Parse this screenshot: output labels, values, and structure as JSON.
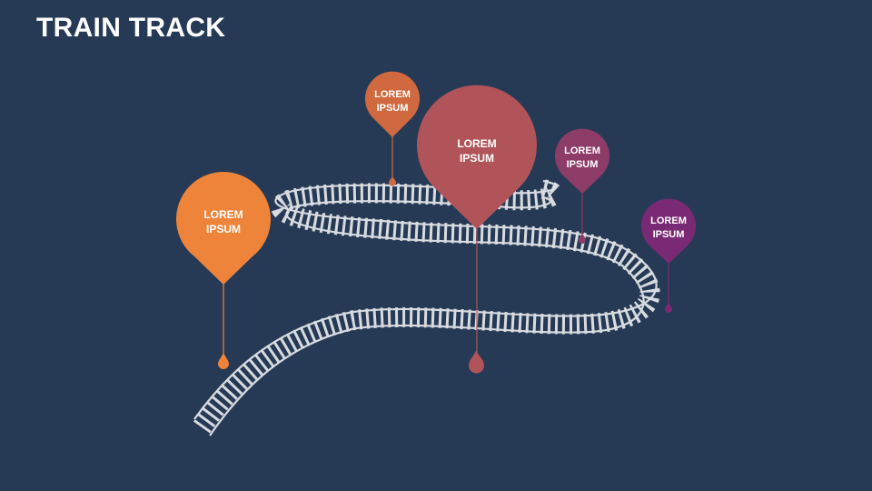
{
  "title": "TRAIN TRACK",
  "pins": [
    {
      "id": "pin-orange",
      "line1": "LOREM",
      "line2": "IPSUM",
      "color": "#ee843a"
    },
    {
      "id": "pin-burnt",
      "line1": "LOREM",
      "line2": "IPSUM",
      "color": "#d0693f"
    },
    {
      "id": "pin-rose",
      "line1": "LOREM",
      "line2": "IPSUM",
      "color": "#b0545a"
    },
    {
      "id": "pin-plum",
      "line1": "LOREM",
      "line2": "IPSUM",
      "color": "#8d3c68"
    },
    {
      "id": "pin-purple",
      "line1": "LOREM",
      "line2": "IPSUM",
      "color": "#7a2a74"
    }
  ],
  "colors": {
    "background": "#263a55",
    "track": "#d8dbe0"
  }
}
